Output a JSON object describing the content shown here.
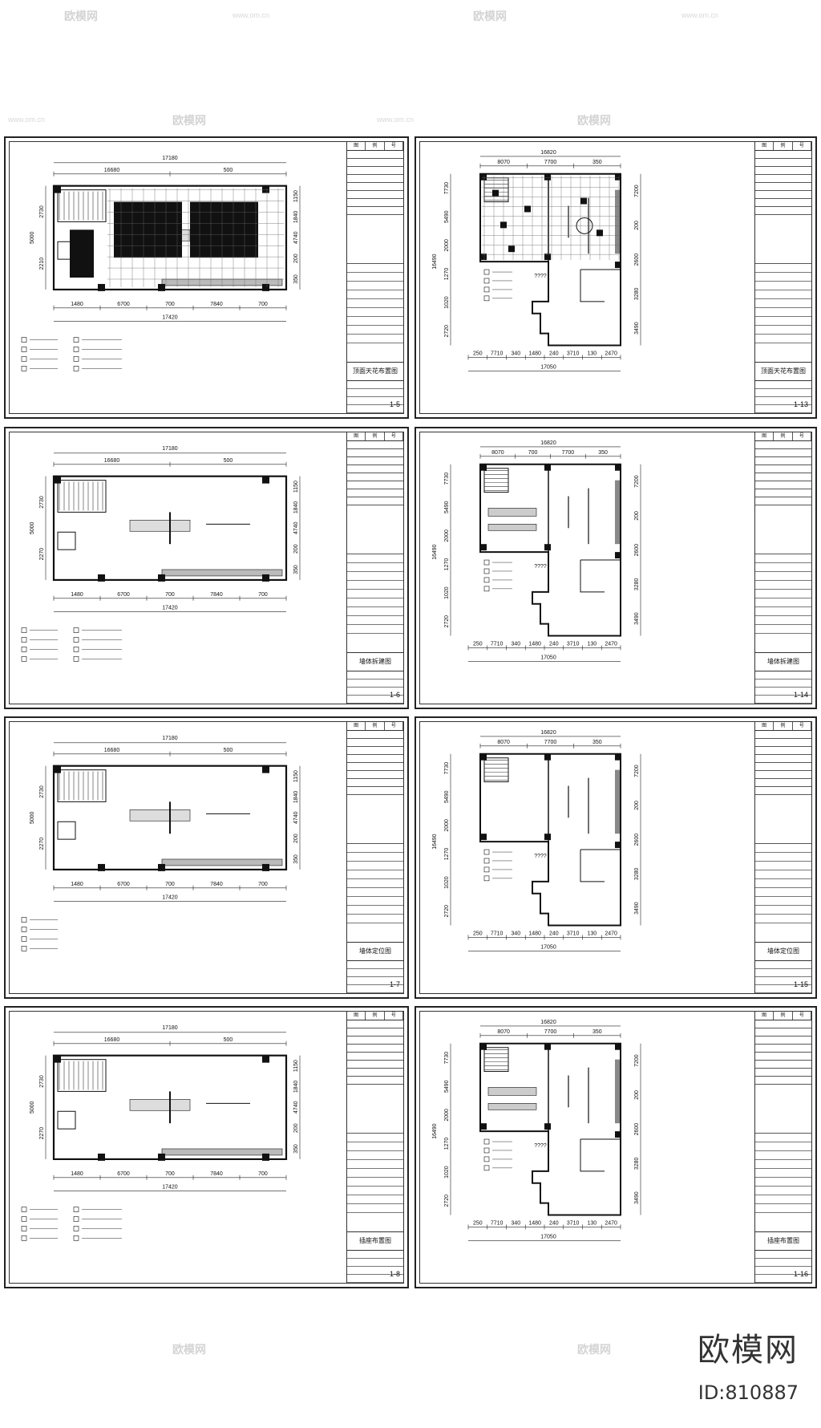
{
  "brand": {
    "name": "欧模网",
    "id_label": "ID:810887",
    "watermark_text": "欧模网",
    "watermark_site": "www.om.cn"
  },
  "title_block": {
    "header": [
      "图",
      "例",
      "号"
    ]
  },
  "sheets": [
    {
      "id": "s1",
      "title": "顶面天花布置图",
      "number": "1-5",
      "dims_top": [
        "17180",
        "16680",
        "500"
      ],
      "dims_bottom": [
        "1480",
        "6700",
        "700",
        "7840",
        "700"
      ],
      "dims_total": "17420",
      "dims_left": [
        "5000",
        "2730",
        "2210"
      ],
      "dims_right": [
        "1150",
        "1840",
        "4740",
        "200",
        "350"
      ],
      "question": ""
    },
    {
      "id": "s2",
      "title": "顶面天花布置图",
      "number": "1-13",
      "dims_top": [
        "16820",
        "8070",
        "7700",
        "350"
      ],
      "dims_bottom": [
        "250",
        "7710",
        "340",
        "1480",
        "240",
        "3710",
        "130",
        "2470"
      ],
      "dims_total": "17050",
      "dims_left": [
        "7730",
        "16490",
        "5490",
        "2000",
        "1270",
        "1020",
        "2720"
      ],
      "dims_right": [
        "7200",
        "200",
        "2600",
        "3280",
        "3490"
      ],
      "question": "????"
    },
    {
      "id": "s3",
      "title": "墙体拆建图",
      "number": "1-6",
      "dims_top": [
        "17180",
        "16680",
        "500"
      ],
      "dims_bottom": [
        "1480",
        "6700",
        "700",
        "7840",
        "700"
      ],
      "dims_total": "17420",
      "dims_left": [
        "5000",
        "2730",
        "2270"
      ],
      "dims_right": [
        "1150",
        "1840",
        "4740",
        "200",
        "350"
      ],
      "question": ""
    },
    {
      "id": "s4",
      "title": "墙体拆建图",
      "number": "1-14",
      "dims_top": [
        "16820",
        "8070",
        "700",
        "7700",
        "350"
      ],
      "dims_bottom": [
        "250",
        "7710",
        "340",
        "1480",
        "240",
        "3710",
        "130",
        "2470"
      ],
      "dims_total": "17050",
      "dims_left": [
        "7730",
        "16490",
        "5490",
        "2000",
        "1270",
        "1020",
        "2720"
      ],
      "dims_right": [
        "7200",
        "200",
        "2600",
        "3280",
        "3490"
      ],
      "question": "????"
    },
    {
      "id": "s5",
      "title": "墙体定位图",
      "number": "1-7",
      "dims_top": [
        "17180",
        "16680",
        "500"
      ],
      "dims_bottom": [
        "1480",
        "6700",
        "700",
        "7840",
        "700"
      ],
      "dims_total": "17420",
      "dims_left": [
        "5000",
        "2730",
        "2270"
      ],
      "dims_right": [
        "1150",
        "1840",
        "4740",
        "200",
        "350"
      ],
      "question": ""
    },
    {
      "id": "s6",
      "title": "墙体定位图",
      "number": "1-15",
      "dims_top": [
        "16820",
        "8070",
        "7700",
        "350"
      ],
      "dims_bottom": [
        "250",
        "7710",
        "340",
        "1480",
        "240",
        "3710",
        "130",
        "2470"
      ],
      "dims_total": "17050",
      "dims_left": [
        "7730",
        "16490",
        "5490",
        "2000",
        "1270",
        "1020",
        "2720"
      ],
      "dims_right": [
        "7200",
        "200",
        "2600",
        "3280",
        "3490"
      ],
      "question": "????"
    },
    {
      "id": "s7",
      "title": "插座布置图",
      "number": "1-8",
      "dims_top": [
        "17180",
        "16680",
        "500"
      ],
      "dims_bottom": [
        "1480",
        "6700",
        "700",
        "7840",
        "700"
      ],
      "dims_total": "17420",
      "dims_left": [
        "5000",
        "2730",
        "2270"
      ],
      "dims_right": [
        "1150",
        "1840",
        "4740",
        "200",
        "350"
      ],
      "question": ""
    },
    {
      "id": "s8",
      "title": "插座布置图",
      "number": "1-16",
      "dims_top": [
        "16820",
        "8070",
        "7700",
        "350"
      ],
      "dims_bottom": [
        "250",
        "7710",
        "340",
        "1480",
        "240",
        "3710",
        "130",
        "2470"
      ],
      "dims_total": "17050",
      "dims_left": [
        "7730",
        "16490",
        "5490",
        "2000",
        "1270",
        "1020",
        "2720"
      ],
      "dims_right": [
        "7200",
        "200",
        "2600",
        "3280",
        "3490"
      ],
      "question": "????"
    }
  ]
}
